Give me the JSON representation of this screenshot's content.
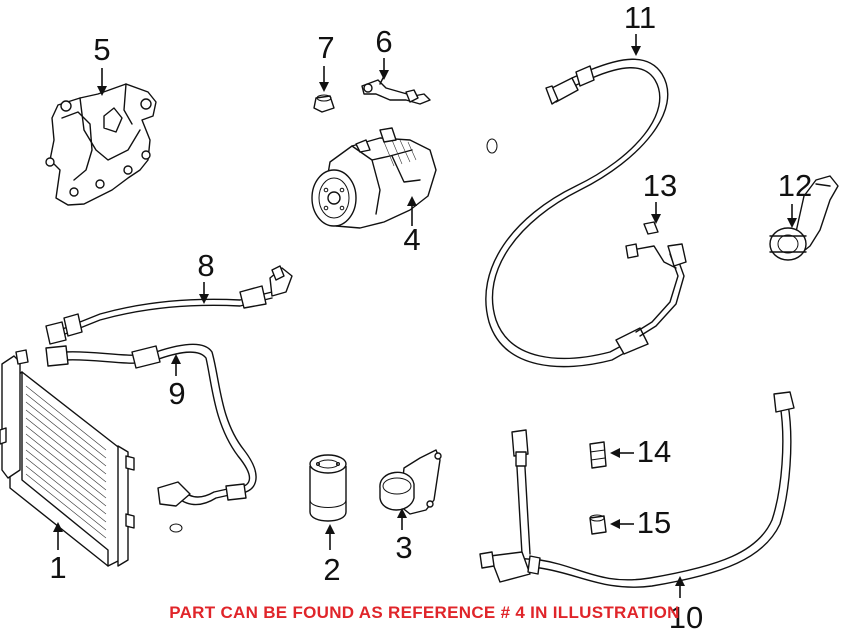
{
  "diagram": {
    "callouts": {
      "c1": "1",
      "c2": "2",
      "c3": "3",
      "c4": "4",
      "c5": "5",
      "c6": "6",
      "c7": "7",
      "c8": "8",
      "c9": "9",
      "c10": "10",
      "c11": "11",
      "c12": "12",
      "c13": "13",
      "c14": "14",
      "c15": "15"
    },
    "notice": "PART CAN BE FOUND AS REFERENCE # 4 IN ILLUSTRATION",
    "colors": {
      "line": "#111111",
      "notice": "#e0252a",
      "background": "#ffffff"
    }
  }
}
